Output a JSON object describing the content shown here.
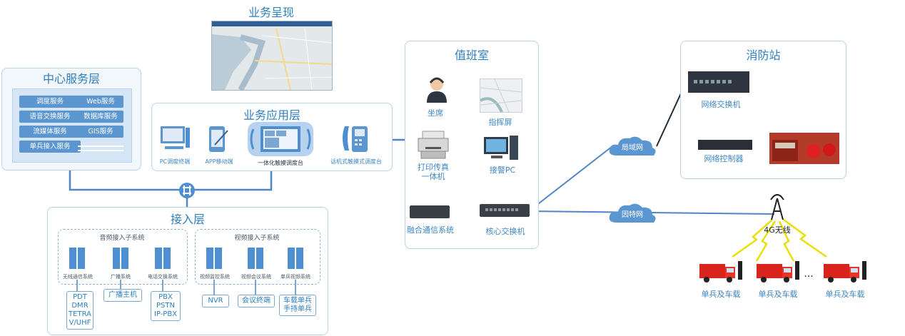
{
  "display": {
    "title": "业务呈现"
  },
  "center": {
    "title": "中心服务层",
    "left_services": [
      "调度服务",
      "语音交换服务",
      "流媒体服务",
      "单兵接入服务"
    ],
    "right_services": [
      "Web服务",
      "数据库服务",
      "GIS服务"
    ]
  },
  "app": {
    "title": "业务应用层",
    "items": [
      "PC调度终端",
      "APP移动端",
      "一体化触摸调度台",
      "话机式触摸式调度台"
    ]
  },
  "access": {
    "title": "接入层",
    "audio": {
      "title": "音频接入子系统",
      "systems": [
        "无线通信系统",
        "广播系统",
        "电话交换系统"
      ],
      "boxes": [
        [
          "PDT",
          "DMR",
          "TETRA",
          "V/UHF"
        ],
        [
          "广播主机"
        ],
        [
          "PBX",
          "PSTN",
          "IP-PBX"
        ]
      ]
    },
    "video": {
      "title": "视频接入子系统",
      "systems": [
        "视频监控系统",
        "视频会议系统",
        "单兵视频系统"
      ],
      "boxes": [
        [
          "NVR"
        ],
        [
          "会议终端"
        ],
        [
          "车载单兵",
          "手持单兵"
        ]
      ]
    }
  },
  "duty": {
    "title": "值班室",
    "seat": "坐席",
    "screen": "指挥屏",
    "printer": [
      "打印传真",
      "一体机"
    ],
    "pc": "接警PC",
    "fusion": "融合通信系统",
    "core": "核心交换机"
  },
  "fire": {
    "title": "消防站",
    "switch": "网络交换机",
    "controller": "网络控制器"
  },
  "networks": {
    "lan": "局域网",
    "internet": "因特网",
    "wireless": "4G无线"
  },
  "terminals": {
    "label": "单兵及车载",
    "ellipsis": "..."
  },
  "colors": {
    "accent": "#2e7fc0",
    "line": "#4f86c6",
    "panel_border": "#b9d3ea",
    "bolt": "#e8e000"
  }
}
